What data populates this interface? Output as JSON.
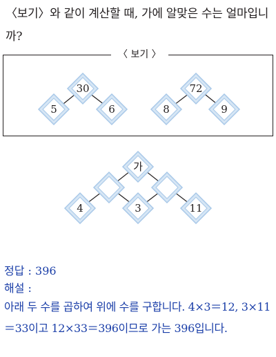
{
  "question": {
    "text": "〈보기〉와 같이 계산할 때, 가에 알맞은 수는 얼마입니까?"
  },
  "example": {
    "title": "〈 보기 〉",
    "trees": [
      {
        "top": "30",
        "left": "5",
        "right": "6"
      },
      {
        "top": "72",
        "left": "8",
        "right": "9"
      }
    ]
  },
  "problem": {
    "top": "가",
    "middle_left": "",
    "middle_right": "",
    "bottom_left": "4",
    "bottom_middle": "3",
    "bottom_right": "11"
  },
  "answer": {
    "label": "정답 : ",
    "value": "396"
  },
  "explanation": {
    "label": "해설 :",
    "text": "아래 두 수를 곱하여 위에 수를 구합니다. 4×3＝12, 3×11＝33이고 12×33＝396이므로 가는 396입니다."
  },
  "colors": {
    "diamond_border": "#a8c8e8",
    "diamond_fill": "#ffffff",
    "answer_text": "#1a3ea8"
  }
}
